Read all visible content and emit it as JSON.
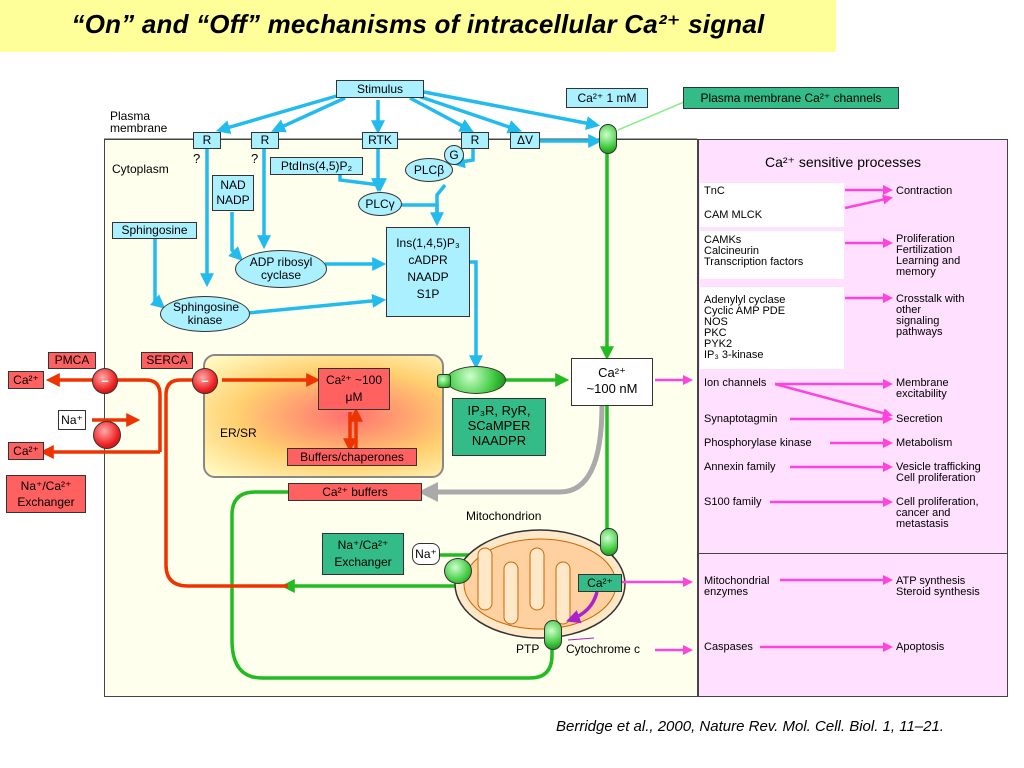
{
  "title": "“On” and “Off” mechanisms of intracellular Ca²⁺ signal",
  "citation": "Berridge et al., 2000, Nature Rev. Mol. Cell. Biol. 1, 11–21.",
  "labels": {
    "stimulus": "Stimulus",
    "plasma_membrane": "Plasma membrane",
    "cytoplasm": "Cytoplasm",
    "receptor_r": "R",
    "rtk": "RTK",
    "delta_v": "ΔV",
    "question": "?",
    "ptdins": "PtdIns(4,5)P₂",
    "plc_beta": "PLCβ",
    "g": "G",
    "plc_gamma": "PLCγ",
    "nad_nadp": "NAD NADP",
    "sphingosine": "Sphingosine",
    "adp_ribosyl": "ADP ribosyl cyclase",
    "sphingosine_kinase": "Sphingosine kinase",
    "messengers": [
      "Ins(1,4,5)P₃",
      "cADPR",
      "NAADP",
      "S1P"
    ],
    "ca_1mm": "Ca²⁺ 1 mM",
    "pm_channels": "Plasma membrane Ca²⁺ channels",
    "pmca": "PMCA",
    "serca": "SERCA",
    "ca": "Ca²⁺",
    "minus": "–",
    "na": "Na⁺",
    "exchanger": "Na⁺/Ca²⁺ Exchanger",
    "er_sr": "ER/SR",
    "er_ca": "Ca²⁺ ~100 μM",
    "buffers_chaperones": "Buffers/chaperones",
    "ip3r": "IP₃R, RyR, SCaMPER NAADPR",
    "cyto_ca": "Ca²⁺ ~100 nM",
    "ca_buffers": "Ca²⁺ buffers",
    "mitochondrion": "Mitochondrion",
    "mito_exchanger": "Na⁺/Ca²⁺ Exchanger",
    "ptp": "PTP",
    "cytochrome_c": "Cytochrome c"
  },
  "processes": {
    "heading": "Ca²⁺ sensitive processes",
    "sensors": [
      "TnC",
      "CAM        MLCK",
      "CAMKs\nCalcineurin\nTranscription factors",
      "Adenylyl cyclase\nCyclic AMP PDE\nNOS\nPKC\nPYK2\nIP₃ 3-kinase",
      "Ion channels",
      "Synaptotagmin",
      "Phosphorylase kinase",
      "Annexin family",
      "S100 family",
      "Mitochondrial\nenzymes",
      "Caspases"
    ],
    "outcomes": [
      "Contraction",
      "Proliferation\nFertilization\nLearning and\nmemory",
      "Crosstalk with\nother\nsignaling\npathways",
      "Membrane\nexcitability",
      "Secretion",
      "Metabolism",
      "Vesicle trafficking\nCell proliferation",
      "Cell proliferation,\ncancer and\nmetastasis",
      "ATP synthesis\nSteroid synthesis",
      "Apoptosis"
    ]
  },
  "colors": {
    "title_bg": "#ffff99",
    "cell_bg": "#ffffee",
    "panel_bg": "#ffe0ff",
    "signal_arrow": "#22bbee",
    "on_arrow": "#22bb22",
    "off_arrow": "#ee3300",
    "process_arrow": "#ff44dd"
  }
}
